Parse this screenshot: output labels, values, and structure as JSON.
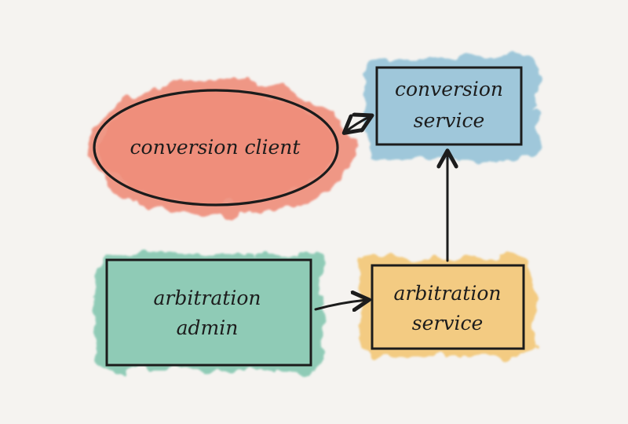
{
  "nodes": {
    "conversion_client": {
      "label": "conversion client",
      "color": "#ee8673"
    },
    "conversion_service": {
      "line1": "conversion",
      "line2": "service",
      "color": "#8fbfd6"
    },
    "arbitration_admin": {
      "line1": "arbitration",
      "line2": "admin",
      "color": "#7ec4ad"
    },
    "arbitration_service": {
      "line1": "arbitration",
      "line2": "service",
      "color": "#f2c46e"
    }
  },
  "edges": [
    {
      "from": "conversion client",
      "to": "conversion service",
      "direction": "both"
    },
    {
      "from": "arbitration admin",
      "to": "arbitration service",
      "direction": "forward"
    },
    {
      "from": "arbitration service",
      "to": "conversion service",
      "direction": "forward"
    }
  ],
  "colors": {
    "stroke": "#1c1c1c",
    "background": "#f5f3f0"
  }
}
